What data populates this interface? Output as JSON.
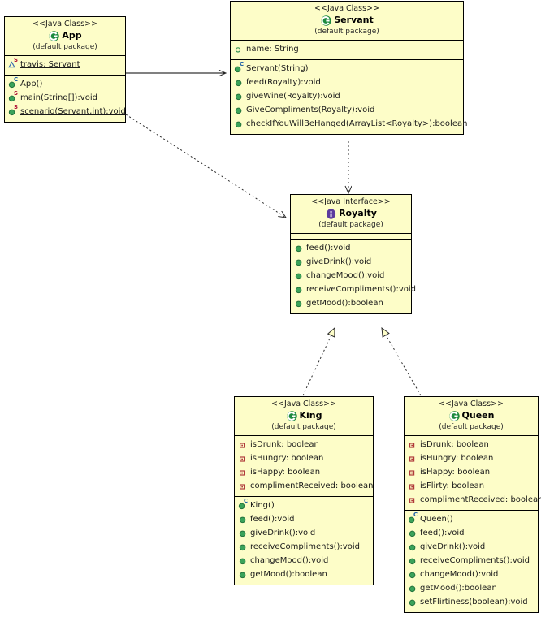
{
  "diagram": {
    "kind": "uml-class-diagram",
    "background": "#ffffff",
    "box_fill": "#fdfdc8",
    "box_border": "#000000",
    "class_icon_color": "#1d8a3f",
    "interface_icon_color": "#5b3a9e",
    "public_member_color": "#3ba35a",
    "private_member_color": "#b03a3a",
    "package_member_color": "#3a6fb0"
  },
  "classes": {
    "app": {
      "stereotype": "<<Java Class>>",
      "name": "App",
      "package": "(default package)",
      "icon": "java-class-icon",
      "attributes": [
        {
          "icon": "package-field-icon",
          "modifier": "S",
          "text": "travis: Servant",
          "static": true
        }
      ],
      "methods": [
        {
          "icon": "public-method-icon",
          "modifier": "C",
          "text": "App()",
          "static": false
        },
        {
          "icon": "public-method-icon",
          "modifier": "S",
          "text": "main(String[]):void",
          "static": true
        },
        {
          "icon": "public-method-icon",
          "modifier": "S",
          "text": "scenario(Servant,int):void",
          "static": true
        }
      ]
    },
    "servant": {
      "stereotype": "<<Java Class>>",
      "name": "Servant",
      "package": "(default package)",
      "icon": "java-class-icon",
      "attributes": [
        {
          "icon": "public-field-icon",
          "modifier": "",
          "text": "name: String",
          "static": false
        }
      ],
      "methods": [
        {
          "icon": "public-method-icon",
          "modifier": "C",
          "text": "Servant(String)",
          "static": false
        },
        {
          "icon": "public-method-icon",
          "modifier": "",
          "text": "feed(Royalty):void",
          "static": false
        },
        {
          "icon": "public-method-icon",
          "modifier": "",
          "text": "giveWine(Royalty):void",
          "static": false
        },
        {
          "icon": "public-method-icon",
          "modifier": "",
          "text": "GiveCompliments(Royalty):void",
          "static": false
        },
        {
          "icon": "public-method-icon",
          "modifier": "",
          "text": "checkIfYouWillBeHanged(ArrayList<Royalty>):boolean",
          "static": false
        }
      ]
    },
    "royalty": {
      "stereotype": "<<Java Interface>>",
      "name": "Royalty",
      "package": "(default package)",
      "icon": "java-interface-icon",
      "attributes": [],
      "methods": [
        {
          "icon": "public-method-icon",
          "modifier": "",
          "text": "feed():void",
          "static": false
        },
        {
          "icon": "public-method-icon",
          "modifier": "",
          "text": "giveDrink():void",
          "static": false
        },
        {
          "icon": "public-method-icon",
          "modifier": "",
          "text": "changeMood():void",
          "static": false
        },
        {
          "icon": "public-method-icon",
          "modifier": "",
          "text": "receiveCompliments():void",
          "static": false
        },
        {
          "icon": "public-method-icon",
          "modifier": "",
          "text": "getMood():boolean",
          "static": false
        }
      ]
    },
    "king": {
      "stereotype": "<<Java Class>>",
      "name": "King",
      "package": "(default package)",
      "icon": "java-class-icon",
      "attributes": [
        {
          "icon": "private-field-icon",
          "modifier": "",
          "text": "isDrunk: boolean",
          "static": false
        },
        {
          "icon": "private-field-icon",
          "modifier": "",
          "text": "isHungry: boolean",
          "static": false
        },
        {
          "icon": "private-field-icon",
          "modifier": "",
          "text": "isHappy: boolean",
          "static": false
        },
        {
          "icon": "private-field-icon",
          "modifier": "",
          "text": "complimentReceived: boolean",
          "static": false
        }
      ],
      "methods": [
        {
          "icon": "public-method-icon",
          "modifier": "C",
          "text": "King()",
          "static": false
        },
        {
          "icon": "public-method-icon",
          "modifier": "",
          "text": "feed():void",
          "static": false
        },
        {
          "icon": "public-method-icon",
          "modifier": "",
          "text": "giveDrink():void",
          "static": false
        },
        {
          "icon": "public-method-icon",
          "modifier": "",
          "text": "receiveCompliments():void",
          "static": false
        },
        {
          "icon": "public-method-icon",
          "modifier": "",
          "text": "changeMood():void",
          "static": false
        },
        {
          "icon": "public-method-icon",
          "modifier": "",
          "text": "getMood():boolean",
          "static": false
        }
      ]
    },
    "queen": {
      "stereotype": "<<Java Class>>",
      "name": "Queen",
      "package": "(default package)",
      "icon": "java-class-icon",
      "attributes": [
        {
          "icon": "private-field-icon",
          "modifier": "",
          "text": "isDrunk: boolean",
          "static": false
        },
        {
          "icon": "private-field-icon",
          "modifier": "",
          "text": "isHungry: boolean",
          "static": false
        },
        {
          "icon": "private-field-icon",
          "modifier": "",
          "text": "isHappy: boolean",
          "static": false
        },
        {
          "icon": "private-field-icon",
          "modifier": "",
          "text": "isFlirty: boolean",
          "static": false
        },
        {
          "icon": "private-field-icon",
          "modifier": "",
          "text": "complimentReceived: boolean",
          "static": false
        }
      ],
      "methods": [
        {
          "icon": "public-method-icon",
          "modifier": "C",
          "text": "Queen()",
          "static": false
        },
        {
          "icon": "public-method-icon",
          "modifier": "",
          "text": "feed():void",
          "static": false
        },
        {
          "icon": "public-method-icon",
          "modifier": "",
          "text": "giveDrink():void",
          "static": false
        },
        {
          "icon": "public-method-icon",
          "modifier": "",
          "text": "receiveCompliments():void",
          "static": false
        },
        {
          "icon": "public-method-icon",
          "modifier": "",
          "text": "changeMood():void",
          "static": false
        },
        {
          "icon": "public-method-icon",
          "modifier": "",
          "text": "getMood():boolean",
          "static": false
        },
        {
          "icon": "public-method-icon",
          "modifier": "",
          "text": "setFlirtiness(boolean):void",
          "static": false
        }
      ]
    }
  },
  "relationships": [
    {
      "name": "app-to-servant",
      "from": "App",
      "to": "Servant",
      "type": "association",
      "line": "solid",
      "arrow": "open"
    },
    {
      "name": "app-to-royalty",
      "from": "App",
      "to": "Royalty",
      "type": "dependency",
      "line": "dashed",
      "arrow": "open"
    },
    {
      "name": "servant-to-royalty",
      "from": "Servant",
      "to": "Royalty",
      "type": "dependency",
      "line": "dashed",
      "arrow": "open"
    },
    {
      "name": "king-realizes-royalty",
      "from": "King",
      "to": "Royalty",
      "type": "realization",
      "line": "dashed",
      "arrow": "hollow-triangle"
    },
    {
      "name": "queen-realizes-royalty",
      "from": "Queen",
      "to": "Royalty",
      "type": "realization",
      "line": "dashed",
      "arrow": "hollow-triangle"
    }
  ]
}
